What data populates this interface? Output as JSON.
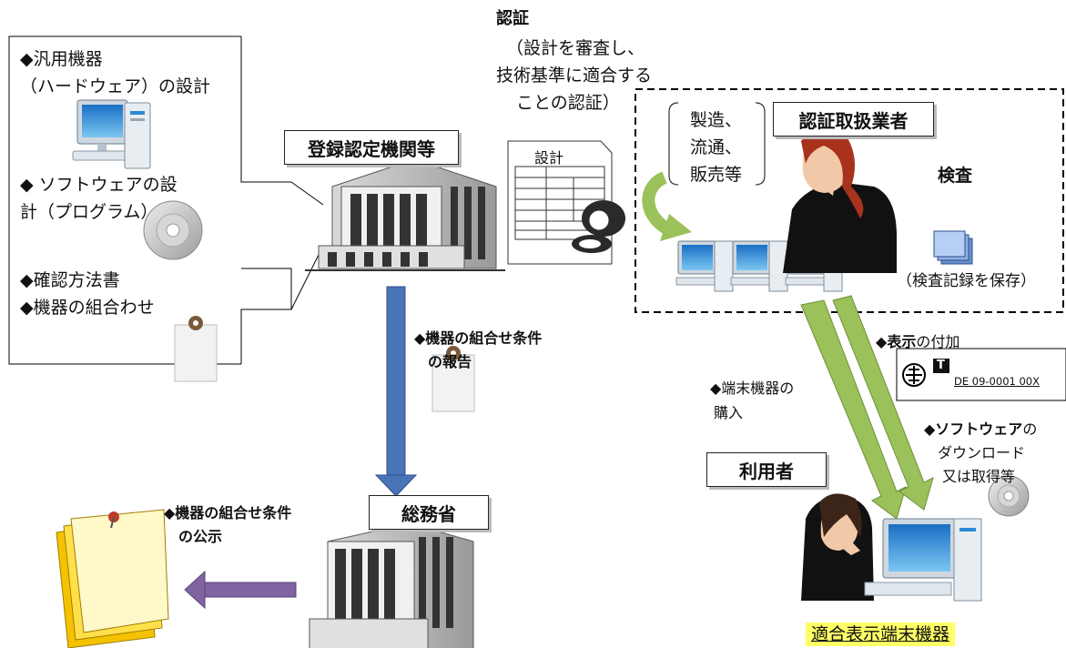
{
  "left_panel": {
    "item1_line1": "◆汎用機器",
    "item1_line2": "（ハードウェア）の設計",
    "item2_line1": "◆ ソフトウェアの設",
    "item2_line2": "計（プログラム）",
    "item3": "◆確認方法書",
    "item4": "◆機器の組合わせ"
  },
  "registered_body": {
    "label": "登録認定機関等"
  },
  "certification": {
    "title": "認証",
    "line1": "（設計を審査し、",
    "line2": "技術基準に適合する",
    "line3": "ことの認証）"
  },
  "design_doc": {
    "label": "設計"
  },
  "handler": {
    "label": "認証取扱業者",
    "activities": [
      "製造、",
      "流通、",
      "販売等"
    ],
    "inspection": "検査",
    "record": "（検査記録を保存）"
  },
  "report": {
    "line1": "◆機器の組合せ条件",
    "line2": "の報告"
  },
  "ministry": {
    "label": "総務省"
  },
  "publication": {
    "line1": "◆機器の組合せ条件",
    "line2": "の公示"
  },
  "marking": {
    "label_prefix": "◆",
    "label_bold": "表示",
    "label_suffix": "の付加",
    "t_mark": "T",
    "code": "DE 09-0001 00X"
  },
  "purchase": {
    "line1": "◆端末機器の",
    "line2": "購入"
  },
  "software_dl": {
    "line1_bold": "◆ソフトウェア",
    "line1_suffix": "の",
    "line2": "ダウンロード",
    "line3": "又は取得等"
  },
  "user": {
    "label": "利用者"
  },
  "compliant_device": {
    "label": "適合表示端末機器"
  },
  "colors": {
    "blue_arrow": "#4a74b8",
    "green_arrow": "#9bc15a",
    "purple_arrow": "#8064a2",
    "highlight": "#ffff66"
  }
}
